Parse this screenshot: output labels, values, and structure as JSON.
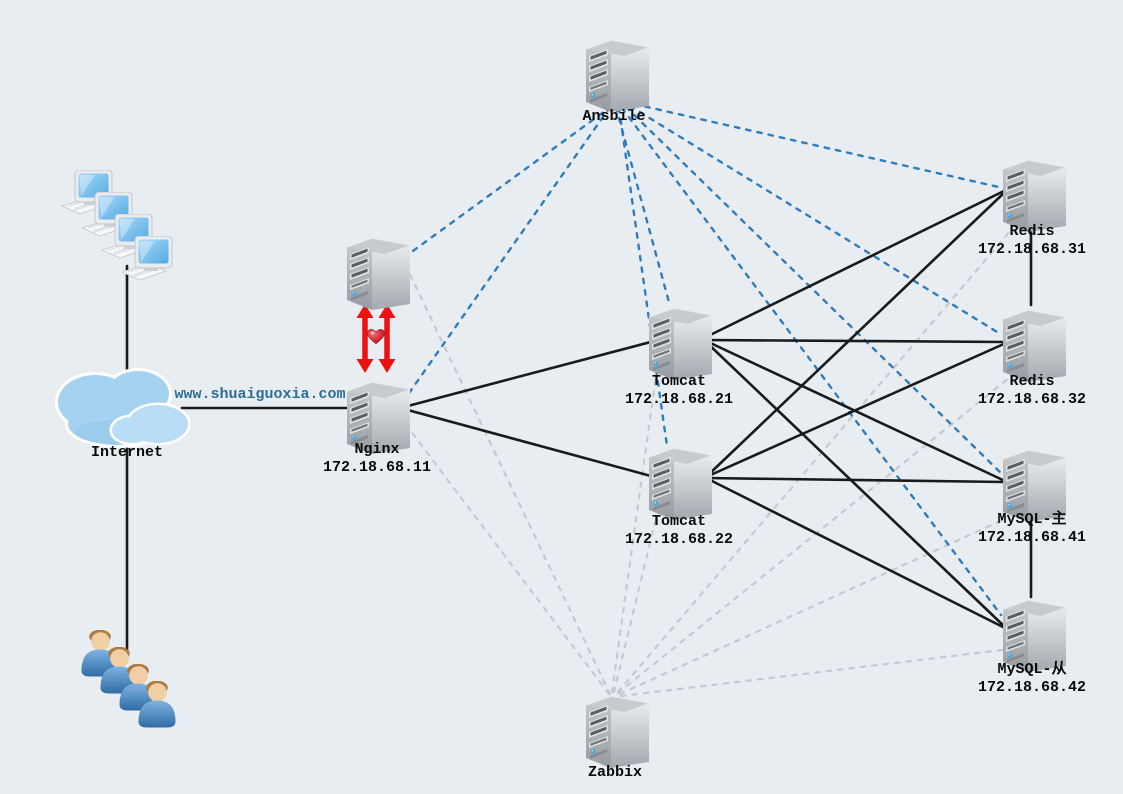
{
  "diagram": {
    "type": "network-architecture",
    "background": "#e7edf1"
  },
  "domain": {
    "text": "www.shuaiguoxia.com",
    "color": "#2e6e96"
  },
  "nodes": {
    "clients": {
      "icon": "monitor-cluster"
    },
    "internet": {
      "label": "Internet",
      "icon": "cloud"
    },
    "users": {
      "icon": "user-cluster"
    },
    "ansible": {
      "label": "Ansbile",
      "icon": "server-tower"
    },
    "nginx_backup": {
      "icon": "server-tower"
    },
    "nginx": {
      "label": "Nginx",
      "ip": "172.18.68.11",
      "icon": "server-tower"
    },
    "tomcat_1": {
      "label": "Tomcat",
      "ip": "172.18.68.21",
      "icon": "server-tower"
    },
    "tomcat_2": {
      "label": "Tomcat",
      "ip": "172.18.68.22",
      "icon": "server-tower"
    },
    "redis_1": {
      "label": "Redis",
      "ip": "172.18.68.31",
      "icon": "server-tower"
    },
    "redis_2": {
      "label": "Redis",
      "ip": "172.18.68.32",
      "icon": "server-tower"
    },
    "mysql_master": {
      "label": "MySQL-主",
      "ip": "172.18.68.41",
      "icon": "server-tower"
    },
    "mysql_slave": {
      "label": "MySQL-从",
      "ip": "172.18.68.42",
      "icon": "server-tower"
    },
    "zabbix": {
      "label": "Zabbix",
      "icon": "server-tower"
    }
  },
  "edges": {
    "traffic": [
      {
        "from": "clients",
        "to": "internet"
      },
      {
        "from": "internet",
        "to": "users"
      },
      {
        "from": "internet",
        "to": "nginx",
        "label": "www.shuaiguoxia.com"
      },
      {
        "from": "nginx",
        "to": "tomcat_1"
      },
      {
        "from": "nginx",
        "to": "tomcat_2"
      },
      {
        "from": "tomcat_1",
        "to": "redis_1"
      },
      {
        "from": "tomcat_1",
        "to": "redis_2"
      },
      {
        "from": "tomcat_1",
        "to": "mysql_master"
      },
      {
        "from": "tomcat_1",
        "to": "mysql_slave"
      },
      {
        "from": "tomcat_2",
        "to": "redis_1"
      },
      {
        "from": "tomcat_2",
        "to": "redis_2"
      },
      {
        "from": "tomcat_2",
        "to": "mysql_master"
      },
      {
        "from": "tomcat_2",
        "to": "mysql_slave"
      },
      {
        "from": "redis_1",
        "to": "redis_2"
      },
      {
        "from": "mysql_master",
        "to": "mysql_slave"
      }
    ],
    "ansible_management": [
      "nginx_backup",
      "nginx",
      "tomcat_1",
      "tomcat_2",
      "redis_1",
      "redis_2",
      "mysql_master",
      "mysql_slave"
    ],
    "zabbix_monitoring": [
      "nginx_backup",
      "nginx",
      "tomcat_1",
      "tomcat_2",
      "redis_1",
      "redis_2",
      "mysql_master",
      "mysql_slave"
    ],
    "keepalived_ha": {
      "between": [
        "nginx_backup",
        "nginx"
      ],
      "style": "two red double-headed arrows with heart"
    }
  },
  "colors": {
    "background": "#e7edf1",
    "traffic_line": "#1a1a1a",
    "ansible_line": "#2f7cbe",
    "zabbix_line": "#c4cad0",
    "ha_arrow": "#ed1212",
    "heart": "#d52b3a",
    "domain_text": "#2e6e96",
    "label_text": "#0a0a0a"
  }
}
